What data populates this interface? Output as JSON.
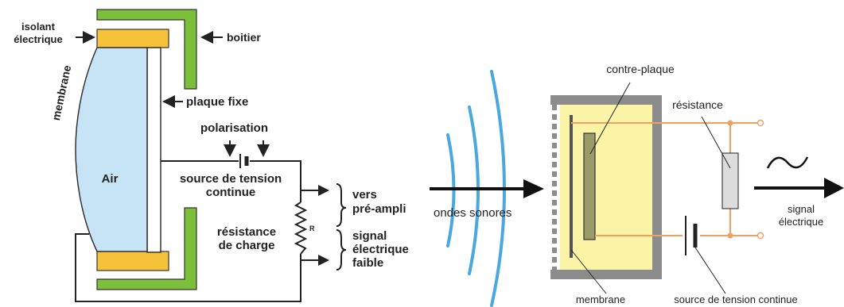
{
  "left_diagram": {
    "labels": {
      "isolant_line1": "isolant",
      "isolant_line2": "électrique",
      "boitier": "boitier",
      "membrane": "membrane",
      "plaque_fixe": "plaque fixe",
      "polarisation": "polarisation",
      "air": "Air",
      "source_line1": "source de tension",
      "source_line2": "continue",
      "resistance_line1": "résistance",
      "resistance_line2": "de charge",
      "resistor_symbol": "R",
      "vers_line1": "vers",
      "vers_line2": "pré-ampli",
      "signal_line1": "signal",
      "signal_line2": "électrique",
      "signal_line3": "faible"
    }
  },
  "middle": {
    "label": "ondes sonores"
  },
  "right_diagram": {
    "labels": {
      "contre_plaque": "contre-plaque",
      "resistance": "résistance",
      "signal_line1": "signal",
      "signal_line2": "électrique",
      "membrane": "membrane",
      "source": "source de tension continue"
    }
  },
  "colors": {
    "housing_green": "#7cbf3a",
    "insulator_yellow": "#f5c23a",
    "membrane_blue": "#c6e4f5",
    "sound_wave_blue": "#4aa8de",
    "capsule_yellow": "#fbf3a5",
    "wire_orange": "#f0a060",
    "frame_gray": "#8c8c8c",
    "backplate_olive": "#9a9a6a"
  }
}
